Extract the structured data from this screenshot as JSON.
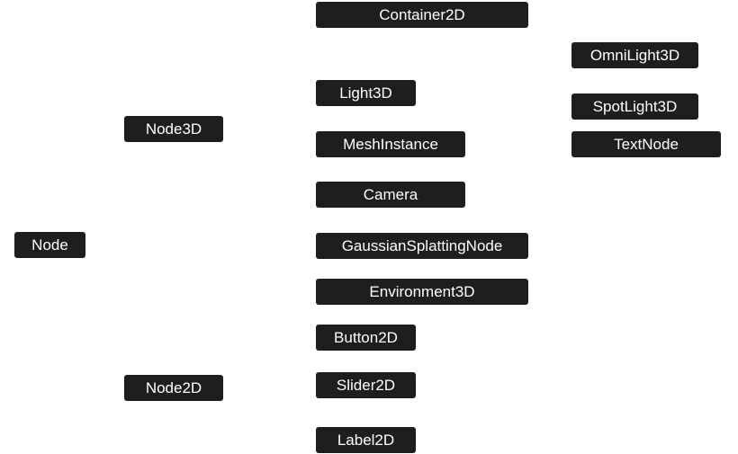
{
  "diagram": {
    "nodes": {
      "node": "Node",
      "node3d": "Node3D",
      "node2d": "Node2D",
      "container2d": "Container2D",
      "light3d": "Light3D",
      "meshinstance": "MeshInstance",
      "camera": "Camera",
      "gaussian_splatting_node": "GaussianSplattingNode",
      "environment3d": "Environment3D",
      "button2d": "Button2D",
      "slider2d": "Slider2D",
      "label2d": "Label2D",
      "omnilight3d": "OmniLight3D",
      "spotlight3d": "SpotLight3D",
      "textnode": "TextNode"
    },
    "colors": {
      "node_background": "#1e1e1e",
      "node_text": "#ffffff",
      "page_background": "#ffffff"
    }
  }
}
